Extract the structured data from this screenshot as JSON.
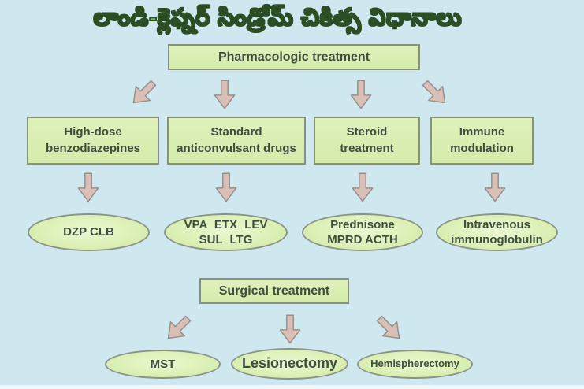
{
  "title": {
    "text": "లాండి-క్లెఫ్నర్ సిండ్రోమ్ చికిత్స విధానాలు",
    "color": "#7fbc6c",
    "outline_color": "#2c4e24"
  },
  "colors": {
    "background": "#cfe8ef",
    "node_fill": "#d6eeb0",
    "node_border": "#87917f",
    "node_text": "#3e4e40",
    "arrow_fill": "#d9bfb6",
    "arrow_outline": "#95908c"
  },
  "pharmacologic": {
    "root_label": "Pharmacologic treatment",
    "branches": [
      {
        "line1": "High-dose",
        "line2": "benzodiazepines",
        "outcome1": "DZP CLB",
        "outcome2": ""
      },
      {
        "line1": "Standard",
        "line2": "anticonvulsant drugs",
        "outcome1": "VPA ETX LEV",
        "outcome2": "SUL LTG"
      },
      {
        "line1": "Steroid",
        "line2": "treatment",
        "outcome1": "Prednisone",
        "outcome2": "MPRD ACTH"
      },
      {
        "line1": "Immune",
        "line2": "modulation",
        "outcome1": "Intravenous",
        "outcome2": "immunoglobulin"
      }
    ]
  },
  "surgical": {
    "root_label": "Surgical treatment",
    "options": [
      {
        "label": "MST"
      },
      {
        "label": "Lesionectomy"
      },
      {
        "label": "Hemispherectomy"
      }
    ]
  }
}
